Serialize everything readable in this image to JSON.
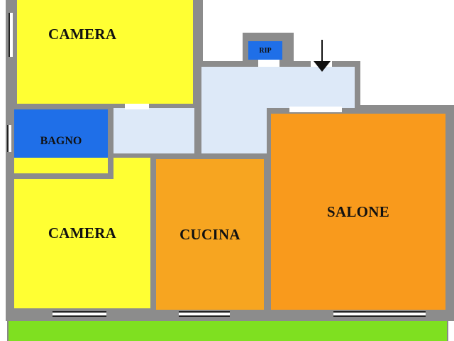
{
  "rooms": {
    "camera_top": {
      "label": "CAMERA"
    },
    "bagno": {
      "label": "BAGNO"
    },
    "rip": {
      "label": "RIP"
    },
    "camera_bottom": {
      "label": "CAMERA"
    },
    "cucina": {
      "label": "CUCINA"
    },
    "salone": {
      "label": "SALONE"
    }
  },
  "colors": {
    "camera": "#ffff33",
    "bagno": "#1f6fe8",
    "rip": "#1f6fe8",
    "corridor": "#dde9f8",
    "cucina": "#f7a520",
    "salone": "#f99a1c",
    "wall": "#8c8c8c",
    "balcony": "#7fe020"
  },
  "icons": {
    "entrance": "arrow-down-icon"
  }
}
